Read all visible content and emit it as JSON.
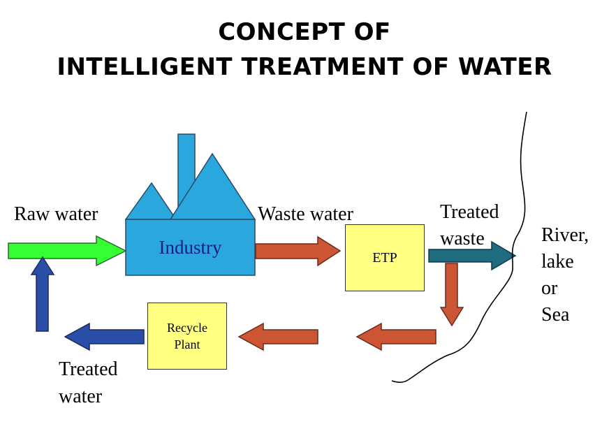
{
  "title": {
    "line1": "CONCEPT OF",
    "line2": "INTELLIGENT TREATMENT OF WATER"
  },
  "labels": {
    "raw_water": "Raw water",
    "waste_water": "Waste water",
    "treated_waste_1": "Treated",
    "treated_waste_2": "waste",
    "river_1": "River,",
    "river_2": "lake",
    "river_3": "or",
    "river_4": "Sea",
    "treated_water_1": "Treated",
    "treated_water_2": "water"
  },
  "nodes": {
    "industry": "Industry",
    "etp": "ETP",
    "recycle": "Recycle\nPlant"
  },
  "colors": {
    "industry_fill": "#2aa7dc",
    "raw_arrow": "#33ff33",
    "waste_arrow": "#cc5533",
    "treated_waste_arrow": "#1f6b80",
    "treated_water_arrow": "#2b4fa8",
    "box_fill": "#ffff80"
  }
}
